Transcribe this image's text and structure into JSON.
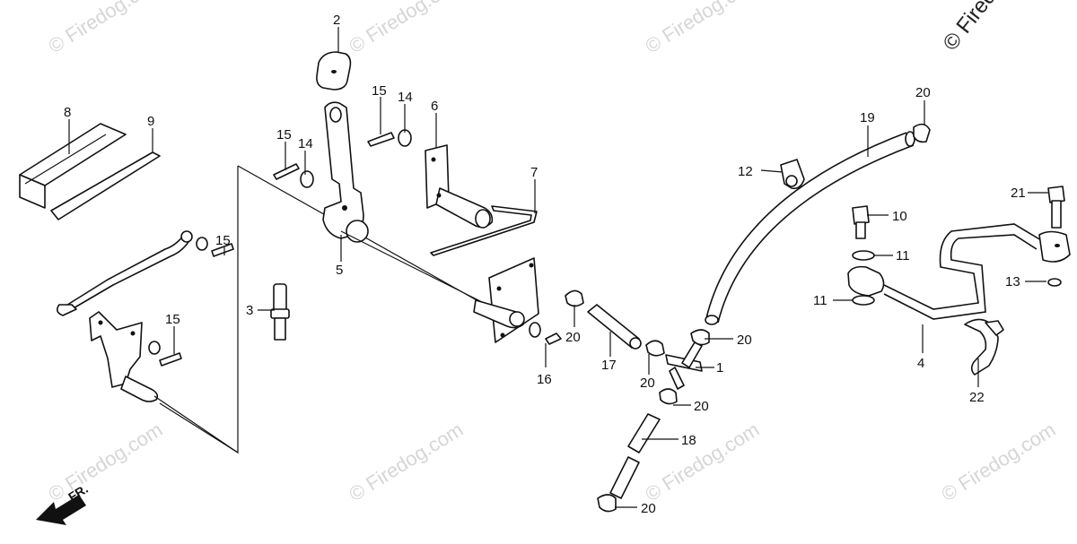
{
  "watermark": "© Firedog.com",
  "watermark_corner": "© Firedog",
  "direction_label": "FR.",
  "callouts": {
    "c1": "1",
    "c2": "2",
    "c3": "3",
    "c4": "4",
    "c5": "5",
    "c6": "6",
    "c7": "7",
    "c8": "8",
    "c9": "9",
    "c10": "10",
    "c11a": "11",
    "c11b": "11",
    "c12": "12",
    "c13": "13",
    "c14a": "14",
    "c14b": "14",
    "c15a": "15",
    "c15b": "15",
    "c15c": "15",
    "c15d": "15",
    "c16": "16",
    "c17": "17",
    "c18": "18",
    "c19": "19",
    "c20a": "20",
    "c20b": "20",
    "c20c": "20",
    "c20d": "20",
    "c20e": "20",
    "c20f": "20",
    "c21": "21",
    "c22": "22"
  }
}
